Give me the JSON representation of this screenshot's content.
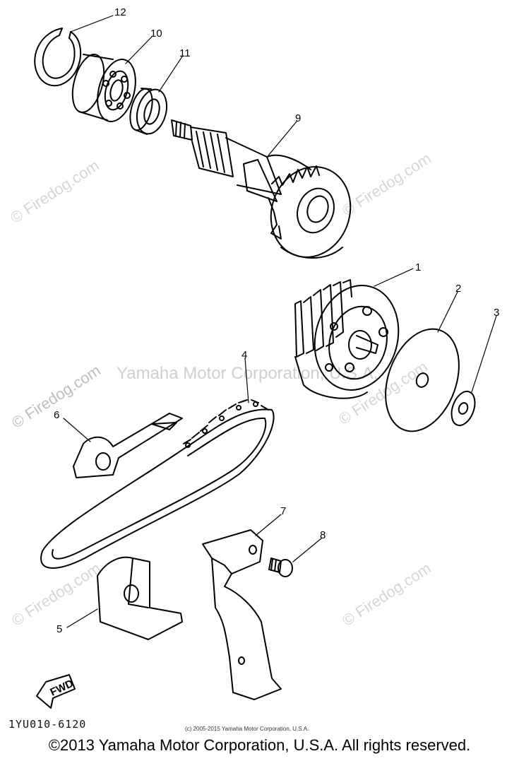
{
  "watermarks": {
    "small": "© Firedog.com",
    "center": "Yamaha Motor Corporation, U.S.A."
  },
  "callouts": {
    "c1": "1",
    "c2": "2",
    "c3": "3",
    "c4": "4",
    "c5": "5",
    "c6": "6",
    "c7": "7",
    "c8": "8",
    "c9": "9",
    "c10": "10",
    "c11": "11",
    "c12": "12"
  },
  "fwd_label": "FWD",
  "diagram_code": "1YU010-6120",
  "small_copyright": "(c) 2005-2015 Yamaha Motor Corporation, U.S.A.",
  "footer": "©2013 Yamaha Motor Corporation, U.S.A. All rights reserved."
}
